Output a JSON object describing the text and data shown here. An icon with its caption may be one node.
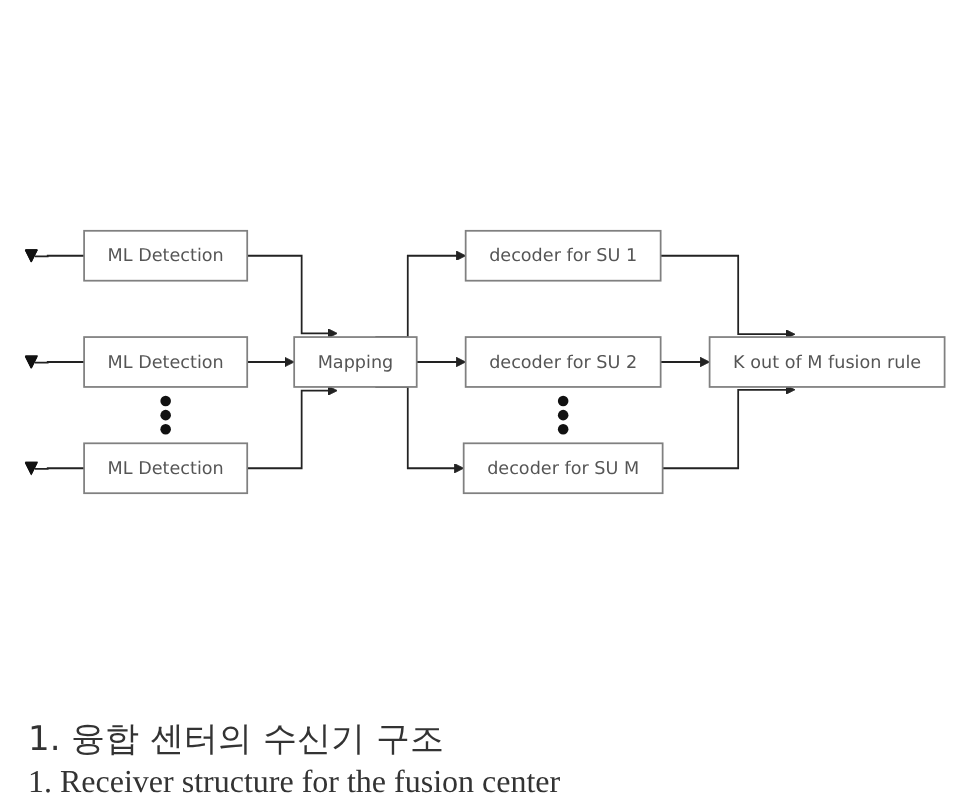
{
  "diagram": {
    "caption": "1. 융합 센터의 수신기 구조",
    "nodes": [
      {
        "text": [],
        "shape": "antenna"
      },
      {
        "text": [
          "ML Detection"
        ]
      },
      {
        "text": [],
        "shape": "antenna"
      },
      {
        "text": [
          "ML Detection"
        ]
      },
      {
        "text": [],
        "shape": "dots"
      },
      {
        "text": [],
        "shape": "antenna"
      },
      {
        "text": [
          "ML Detection"
        ]
      },
      {
        "text": [
          "Mapping"
        ]
      },
      {
        "text": [
          "decoder for SU 1"
        ]
      },
      {
        "text": [
          "decoder for SU 2"
        ]
      },
      {
        "text": [],
        "shape": "dots"
      },
      {
        "text": [
          "decoder for SU M"
        ]
      },
      {
        "text": [
          "K out of M fusion rule"
        ]
      }
    ],
    "edges": [
      {
        "from": 0,
        "to": 1,
        "arrow": "none"
      },
      {
        "from": 2,
        "to": 3,
        "arrow": "none"
      },
      {
        "from": 5,
        "to": 6,
        "arrow": "none"
      },
      {
        "from": 1,
        "to": 7,
        "arrow": "to"
      },
      {
        "from": 3,
        "to": 7,
        "arrow": "to"
      },
      {
        "from": 6,
        "to": 7,
        "arrow": "to"
      },
      {
        "from": 7,
        "to": 8,
        "arrow": "to"
      },
      {
        "from": 7,
        "to": 9,
        "arrow": "to"
      },
      {
        "from": 7,
        "to": 11,
        "arrow": "to"
      },
      {
        "from": 8,
        "to": 12,
        "arrow": "to"
      },
      {
        "from": 9,
        "to": 12,
        "arrow": "to"
      },
      {
        "from": 11,
        "to": 12,
        "arrow": "to"
      }
    ],
    "labels": [
      "1. Receiver structure for the fusion center"
    ]
  }
}
